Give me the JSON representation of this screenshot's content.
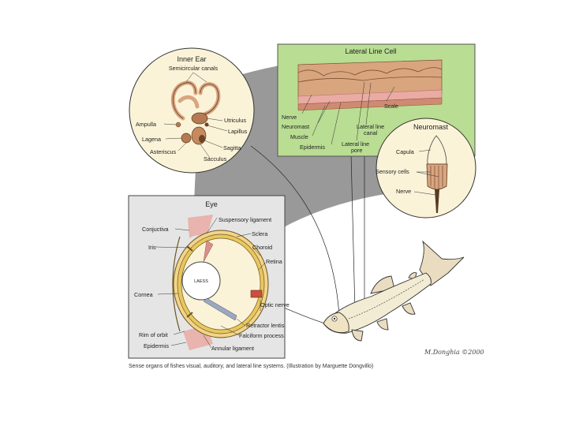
{
  "inner_ear": {
    "title": "Inner Ear",
    "labels": {
      "semicircular_canals": "Semicircular canals",
      "utriculus": "Utriculus",
      "ampulla": "Ampulla",
      "lapillus": "Lapillus",
      "lagena": "Lagena",
      "asteriscus": "Asteriscus",
      "sagitta": "Sagitta",
      "sacculus": "Sacculus"
    }
  },
  "lateral_line": {
    "title": "Lateral Line Cell",
    "labels": {
      "nerve": "Nerve",
      "neuromast": "Neuromast",
      "muscle": "Muscle",
      "epidermis": "Epidermis",
      "scale": "Scale",
      "lateral_line_canal_1": "Lateral line",
      "lateral_line_canal_2": "canal",
      "lateral_line_pore_1": "Lateral line",
      "lateral_line_pore_2": "pore"
    }
  },
  "neuromast": {
    "title": "Neuromast",
    "labels": {
      "capula": "Capula",
      "sensory_cells": "Sensory cells",
      "nerve": "Nerve"
    }
  },
  "eye": {
    "title": "Eye",
    "labels": {
      "suspensory_ligament": "Suspensory ligament",
      "conjuctiva": "Conjuctiva",
      "sclera": "Sclera",
      "iris": "Iris",
      "choroid": "Choroid",
      "retina": "Retina",
      "lens": "LAESS",
      "cornea": "Cornea",
      "optic_nerve": "Optic nerve",
      "retractor_lentis": "Retractor lentis",
      "rim_of_orbit": "Rim of orbit",
      "falciform_process": "Falciform process",
      "epidermis": "Epidermis",
      "annular_ligament": "Annular ligament"
    }
  },
  "signature": "M.Donghia ©2000",
  "caption": "Sense organs of fishes visual, auditory, and lateral line systems. (Illustration by Marguette Dongvillo)",
  "colors": {
    "gray_band": "#999999",
    "circle_fill": "#fbf3d8",
    "green_box": "#b9dd92",
    "eye_panel": "#e5e5e5",
    "tissue": "#d9a57f",
    "pink": "#e9aba3",
    "yellow_layer": "#e9c75e",
    "fish_body": "#f3ecd4"
  }
}
